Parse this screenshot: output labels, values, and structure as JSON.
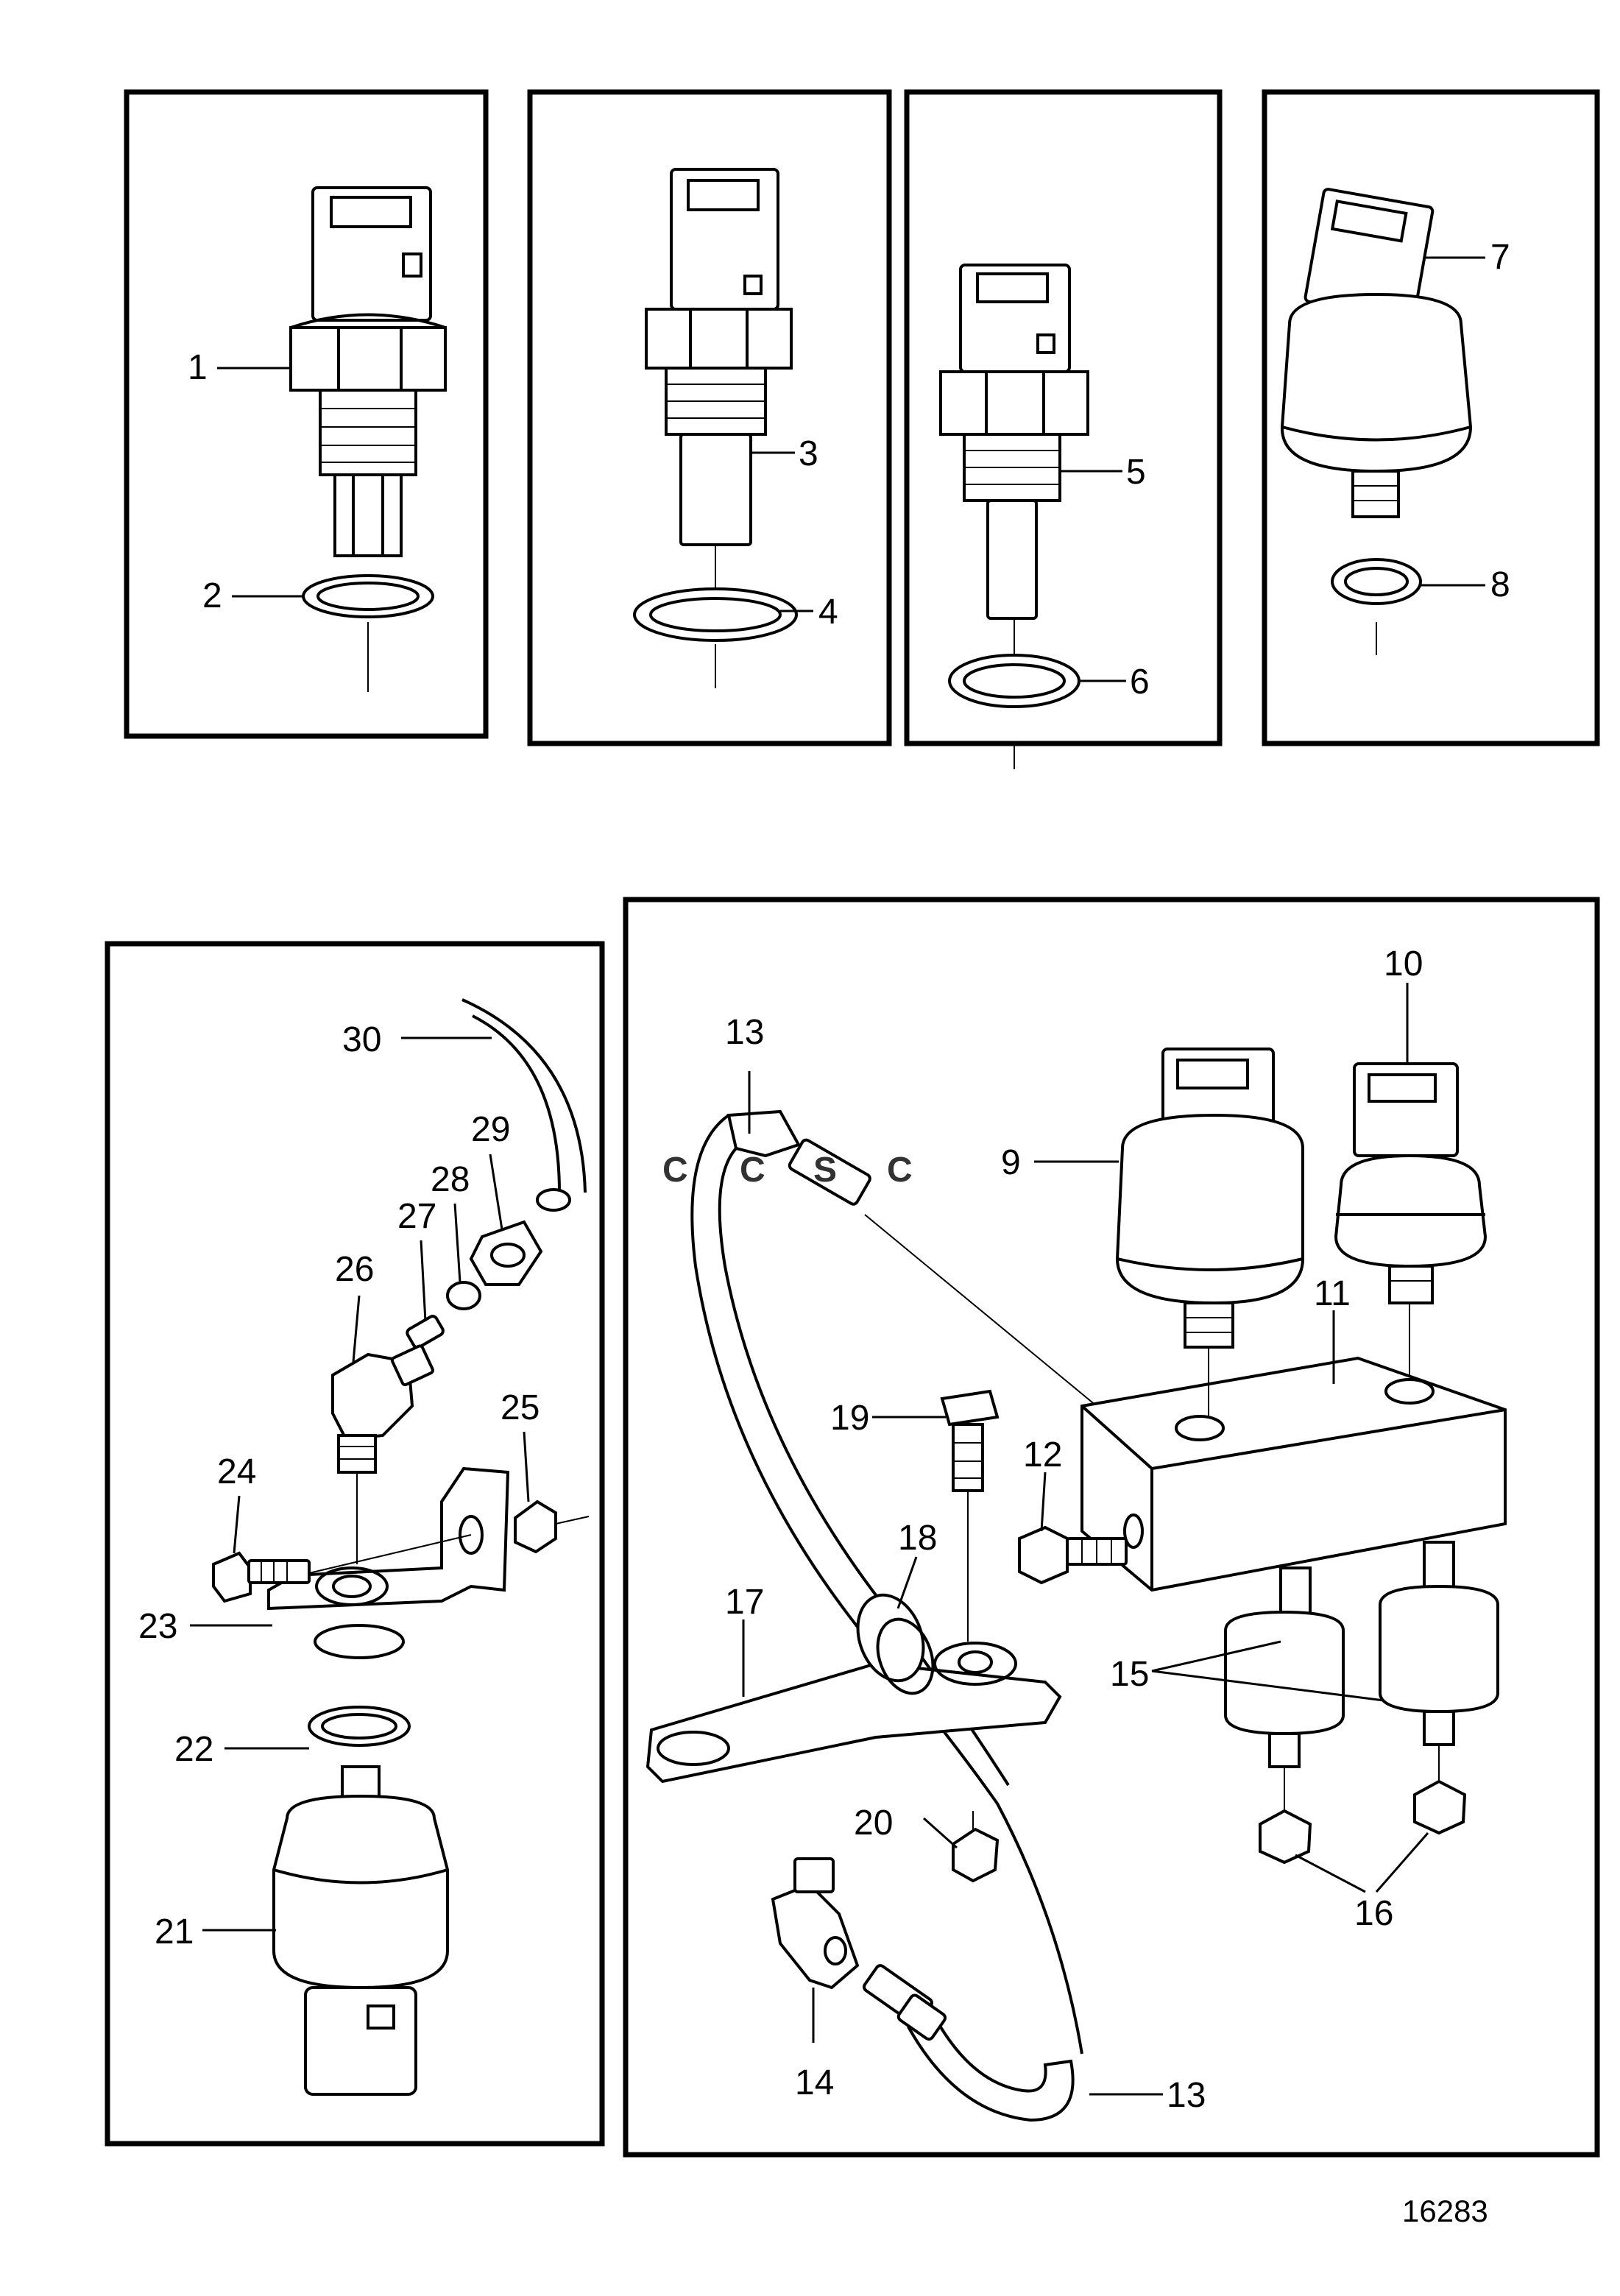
{
  "labels": {
    "l1": "1",
    "l2": "2",
    "l3": "3",
    "l4": "4",
    "l5": "5",
    "l6": "6",
    "l7": "7",
    "l8": "8",
    "l9": "9",
    "l10": "10",
    "l11": "11",
    "l12": "12",
    "l13a": "13",
    "l13b": "13",
    "l14": "14",
    "l15": "15",
    "l16": "16",
    "l17": "17",
    "l18": "18",
    "l19": "19",
    "l20": "20",
    "l21": "21",
    "l22": "22",
    "l23": "23",
    "l24": "24",
    "l25": "25",
    "l26": "26",
    "l27": "27",
    "l28": "28",
    "l29": "29",
    "l30": "30"
  },
  "reference_number": "16283",
  "watermark": {
    "letters": [
      "C",
      "C",
      "S",
      "C"
    ],
    "colors": [
      "#4f8fe8",
      "#e94b3c",
      "#f4c430",
      "#3cb371"
    ]
  }
}
